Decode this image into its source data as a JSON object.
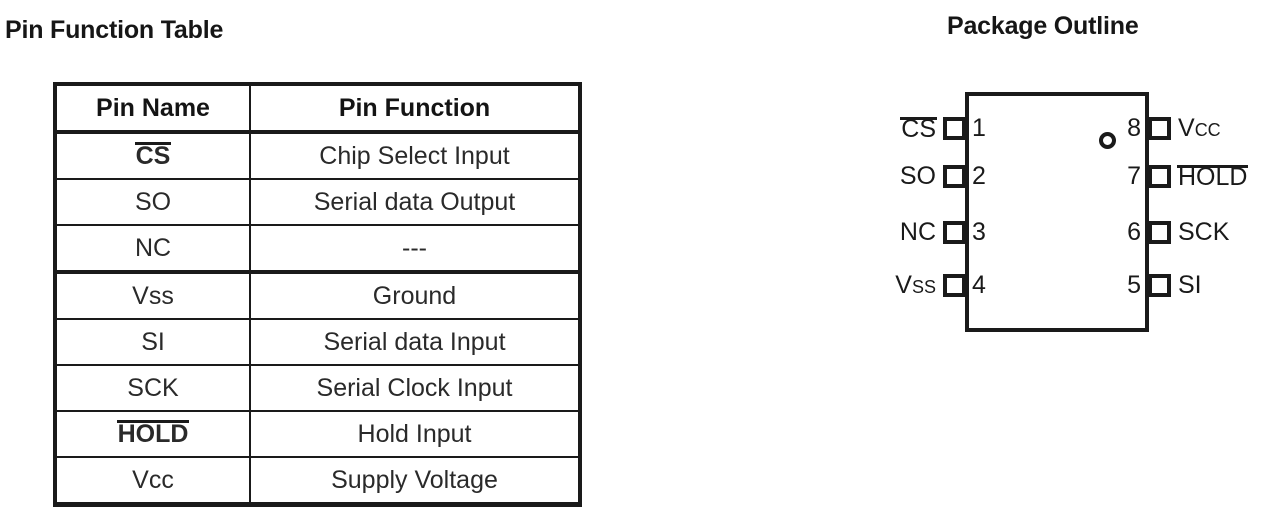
{
  "pin_table": {
    "title": "Pin Function Table",
    "columns": [
      "Pin Name",
      "Pin Function"
    ],
    "rows": [
      {
        "name": "CS",
        "overbar": true,
        "function": "Chip Select Input"
      },
      {
        "name": "SO",
        "overbar": false,
        "function": "Serial data Output"
      },
      {
        "name": "NC",
        "overbar": false,
        "function": "---"
      },
      {
        "name": "Vss",
        "overbar": false,
        "function": "Ground"
      },
      {
        "name": "SI",
        "overbar": false,
        "function": "Serial data Input"
      },
      {
        "name": "SCK",
        "overbar": false,
        "function": "Serial Clock Input"
      },
      {
        "name": "HOLD",
        "overbar": true,
        "function": "Hold Input"
      },
      {
        "name": "Vcc",
        "overbar": false,
        "function": "Supply Voltage"
      }
    ]
  },
  "package": {
    "title": "Package Outline",
    "pin1_marker": "pin1-dot",
    "pins_left": [
      {
        "number": "1",
        "label_main": "CS",
        "label_sub": "",
        "overbar": true
      },
      {
        "number": "2",
        "label_main": "SO",
        "label_sub": "",
        "overbar": false
      },
      {
        "number": "3",
        "label_main": "NC",
        "label_sub": "",
        "overbar": false
      },
      {
        "number": "4",
        "label_main": "V",
        "label_sub": "SS",
        "overbar": false
      }
    ],
    "pins_right": [
      {
        "number": "8",
        "label_main": "V",
        "label_sub": "CC",
        "overbar": false
      },
      {
        "number": "7",
        "label_main": "HOLD",
        "label_sub": "",
        "overbar": true
      },
      {
        "number": "6",
        "label_main": "SCK",
        "label_sub": "",
        "overbar": false
      },
      {
        "number": "5",
        "label_main": "SI",
        "label_sub": "",
        "overbar": false
      }
    ]
  },
  "colors": {
    "ink": "#1a1a1a",
    "background": "#ffffff"
  }
}
